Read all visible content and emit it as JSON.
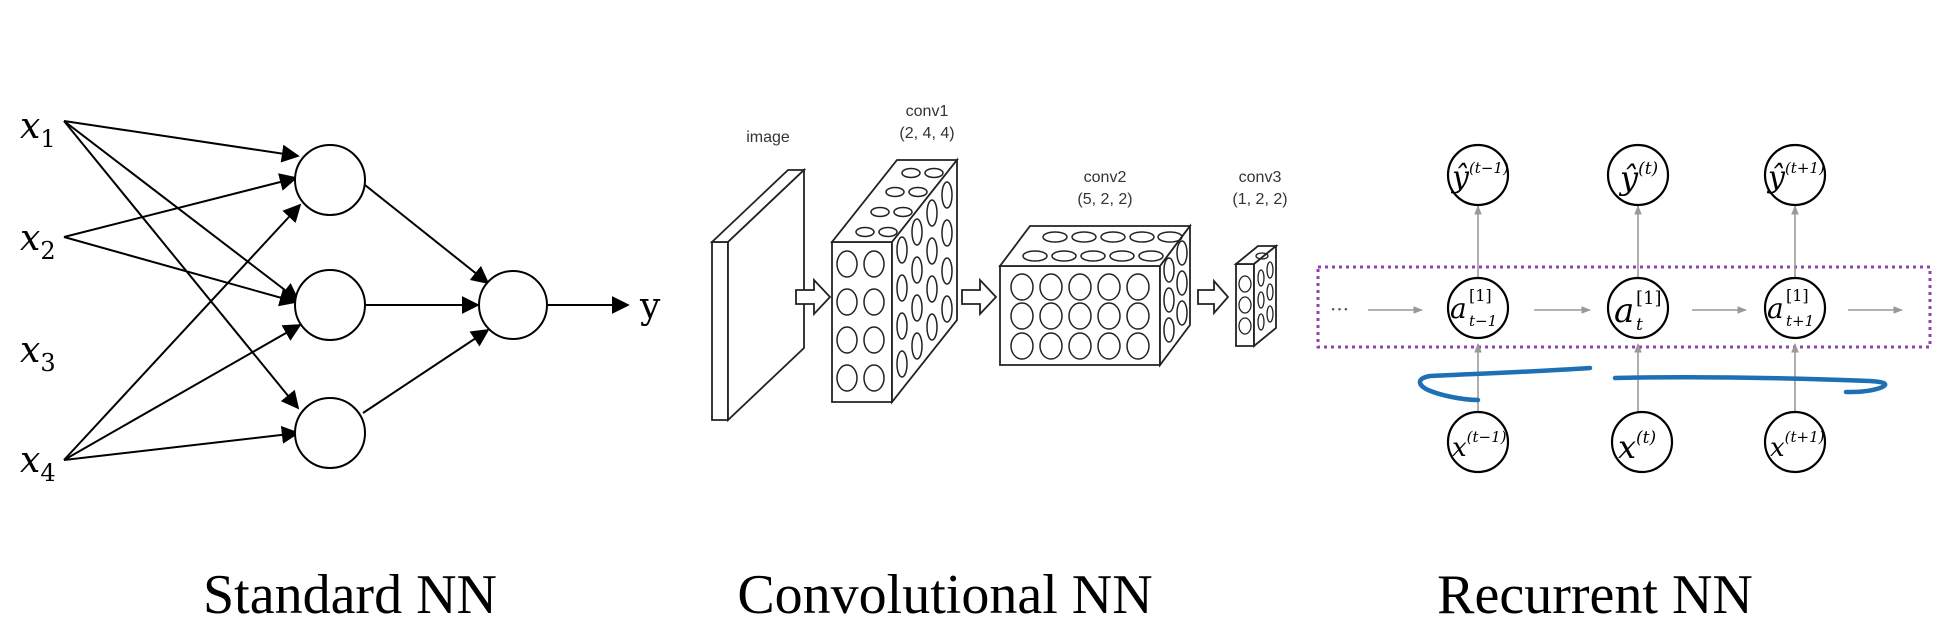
{
  "standard_nn": {
    "caption": "Standard NN",
    "inputs": [
      {
        "base": "x",
        "sub": "1"
      },
      {
        "base": "x",
        "sub": "2"
      },
      {
        "base": "x",
        "sub": "3"
      },
      {
        "base": "x",
        "sub": "4"
      }
    ],
    "output": "y"
  },
  "convolutional_nn": {
    "caption": "Convolutional NN",
    "image_label": "image",
    "conv1": {
      "name": "conv1",
      "dims": "(2, 4, 4)"
    },
    "conv2": {
      "name": "conv2",
      "dims": "(5, 2, 2)"
    },
    "conv3": {
      "name": "conv3",
      "dims": "(1, 2, 2)"
    }
  },
  "recurrent_nn": {
    "caption": "Recurrent NN",
    "ellipsis": "···",
    "outputs": [
      {
        "base": "ŷ",
        "sup": "(t−1)"
      },
      {
        "base": "ŷ",
        "sup": "(t)"
      },
      {
        "base": "ŷ",
        "sup": "(t+1)"
      }
    ],
    "hidden": [
      {
        "base": "a",
        "sup": "[1]",
        "sub": "t−1"
      },
      {
        "base": "a",
        "sup": "[1]",
        "sub": "t"
      },
      {
        "base": "a",
        "sup": "[1]",
        "sub": "t+1"
      }
    ],
    "inputs": [
      {
        "base": "x",
        "sup": "(t−1)"
      },
      {
        "base": "x",
        "sup": "(t)"
      },
      {
        "base": "x",
        "sup": "(t+1)"
      }
    ],
    "colors": {
      "dashed_box": "#8e44ad",
      "annotation": "#1f6fb5"
    }
  }
}
